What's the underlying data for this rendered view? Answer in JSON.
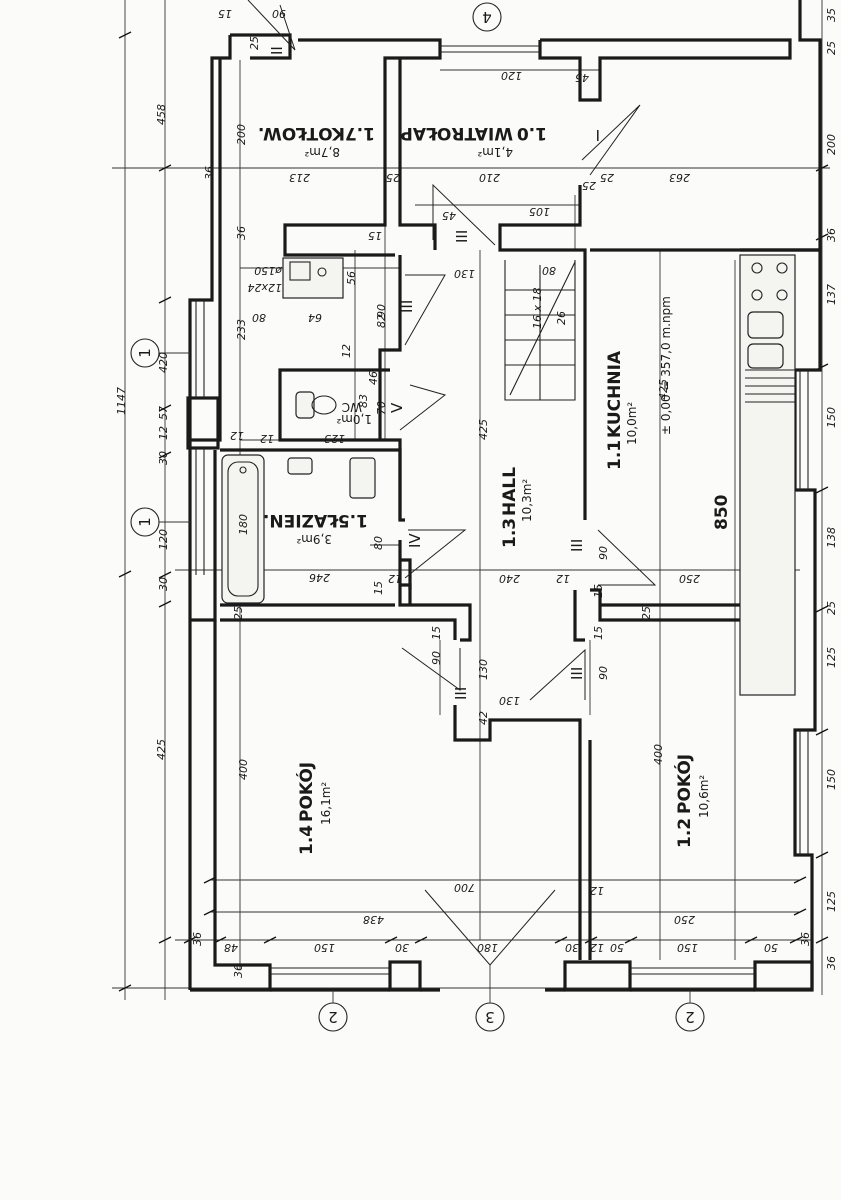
{
  "rooms": [
    {
      "id": "1.0",
      "name": "WIATROŁAP",
      "area": "4,1m²"
    },
    {
      "id": "1.7",
      "name": "KOTŁOW.",
      "area": "8,7m²"
    },
    {
      "id": "1.1",
      "name": "KUCHNIA",
      "area": "10,0m²"
    },
    {
      "id": "1.3",
      "name": "HALL",
      "area": "10,3m²"
    },
    {
      "id": "1.5",
      "name": "ŁAZIEN.",
      "area": "3,9m²"
    },
    {
      "id": "1.6",
      "name": "WC",
      "area": "1,0m²"
    },
    {
      "id": "1.4",
      "name": "POKÓJ",
      "area": "16,1m²"
    },
    {
      "id": "1.2",
      "name": "POKÓJ",
      "area": "10,6m²"
    }
  ],
  "axes": [
    "4",
    "1",
    "1",
    "2",
    "3",
    "2"
  ],
  "door_marks": [
    "I",
    "II",
    "III",
    "III",
    "III",
    "III",
    "III",
    "IV",
    "V"
  ],
  "stairs": {
    "label": "16 x 18",
    "tread": "26"
  },
  "level": {
    "text": "± 0,00 = 357,0 m.npm",
    "height": "850"
  },
  "vent": {
    "size": "12x24",
    "diameter": "ø150",
    "depth": "64"
  },
  "dims_left_outer": [
    "458",
    "1147",
    "425"
  ],
  "dims_left_inner": [
    "36",
    "200",
    "36",
    "233",
    "420",
    "57",
    "12",
    "30",
    "120",
    "30"
  ],
  "dims_bottom_chain": [
    "36",
    "48",
    "150",
    "30",
    "438",
    "180",
    "30",
    "12",
    "50",
    "150",
    "50",
    "36"
  ],
  "dims_bottom_extra": [
    "700",
    "250",
    "12",
    "36"
  ],
  "dims_right": [
    "35",
    "25",
    "200",
    "36",
    "137",
    "150",
    "138",
    "25",
    "125",
    "150",
    "125",
    "36"
  ],
  "dims_inner": [
    "400",
    "400",
    "425",
    "425",
    "213",
    "25",
    "210",
    "263",
    "25",
    "120",
    "45",
    "90",
    "105",
    "15",
    "130",
    "80",
    "90",
    "82",
    "12",
    "56",
    "80",
    "70",
    "123",
    "12",
    "83",
    "46",
    "180",
    "246",
    "12",
    "80",
    "15",
    "240",
    "12",
    "250",
    "25",
    "25",
    "15",
    "90",
    "130",
    "42",
    "130",
    "15",
    "90",
    "15",
    "90",
    "45",
    "25",
    "15",
    "12",
    "25"
  ]
}
